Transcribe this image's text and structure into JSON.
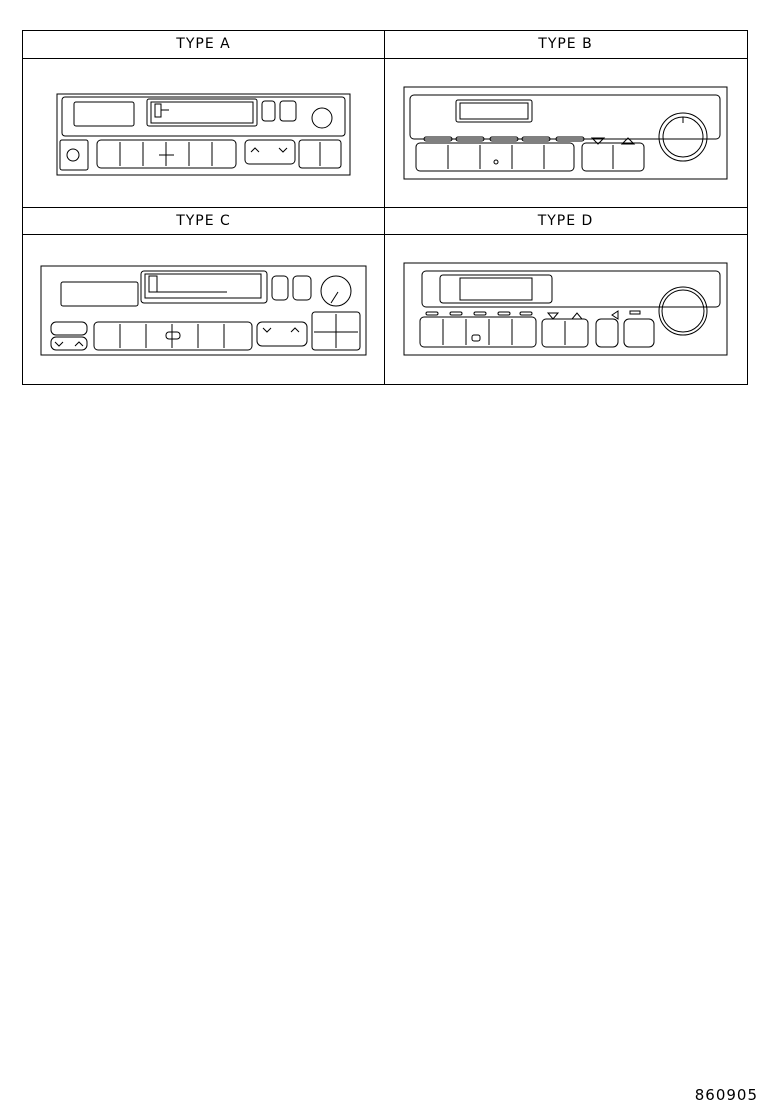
{
  "diagram": {
    "types": [
      {
        "label": "TYPE  A"
      },
      {
        "label": "TYPE  B"
      },
      {
        "label": "TYPE  C"
      },
      {
        "label": "TYPE  D"
      }
    ]
  },
  "figure_number": "860905",
  "colors": {
    "line": "#000000",
    "background": "#ffffff"
  }
}
